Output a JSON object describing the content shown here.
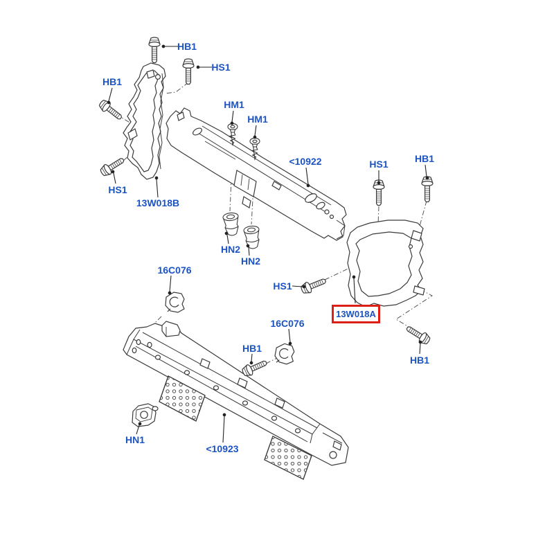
{
  "diagram": {
    "kind": "exploded parts diagram",
    "highlighted_part": "13W018A",
    "colors": {
      "label": "#1b53c0",
      "highlight_box": "#dd1f16",
      "line_art": "#3a3a3a"
    },
    "callouts": {
      "hb1_a": "HB1",
      "hs1_a": "HS1",
      "hb1_b": "HB1",
      "hs1_b": "HS1",
      "part_13w018b": "13W018B",
      "hm1_a": "HM1",
      "hm1_b": "HM1",
      "part_10922": "<10922",
      "hn2_a": "HN2",
      "hn2_b": "HN2",
      "part_16c076_a": "16C076",
      "hs1_c": "HS1",
      "part_13w018a": "13W018A",
      "part_16c076_b": "16C076",
      "hb1_c": "HB1",
      "hs1_d": "HS1",
      "hb1_d": "HB1",
      "hb1_e": "HB1",
      "hn1": "HN1",
      "part_10923": "<10923"
    }
  }
}
